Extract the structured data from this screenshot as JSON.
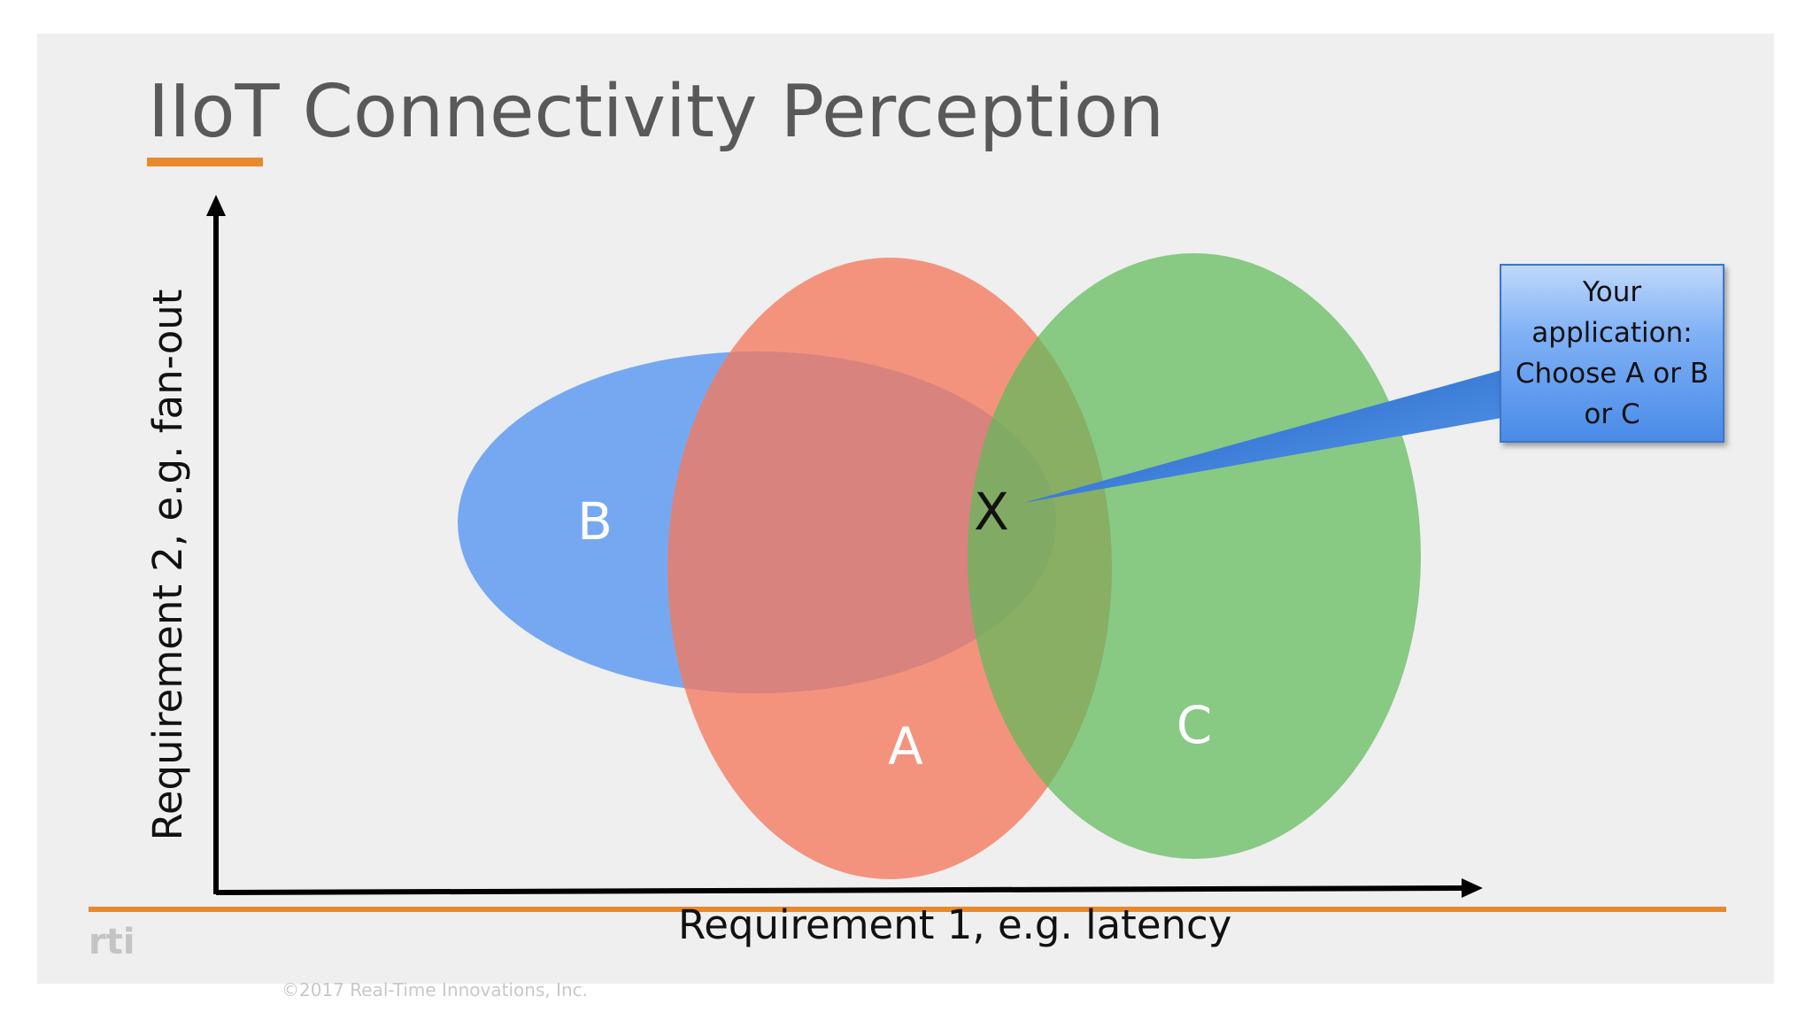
{
  "slide": {
    "title": "IIoT Connectivity Perception",
    "footer_logo": "rti",
    "copyright": "©2017 Real-Time Innovations, Inc.",
    "accent_color": "#e8892b"
  },
  "diagram": {
    "y_axis_label": "Requirement 2, e.g. fan-out",
    "x_axis_label": "Requirement 1, e.g. latency",
    "regions": [
      {
        "label": "B",
        "color": "#5b98f1"
      },
      {
        "label": "A",
        "color": "#f4785e"
      },
      {
        "label": "C",
        "color": "#5fba5a"
      }
    ],
    "point_label": "X",
    "callout": {
      "lines": [
        "Your",
        "application:",
        "Choose A or B",
        "or C"
      ]
    }
  }
}
